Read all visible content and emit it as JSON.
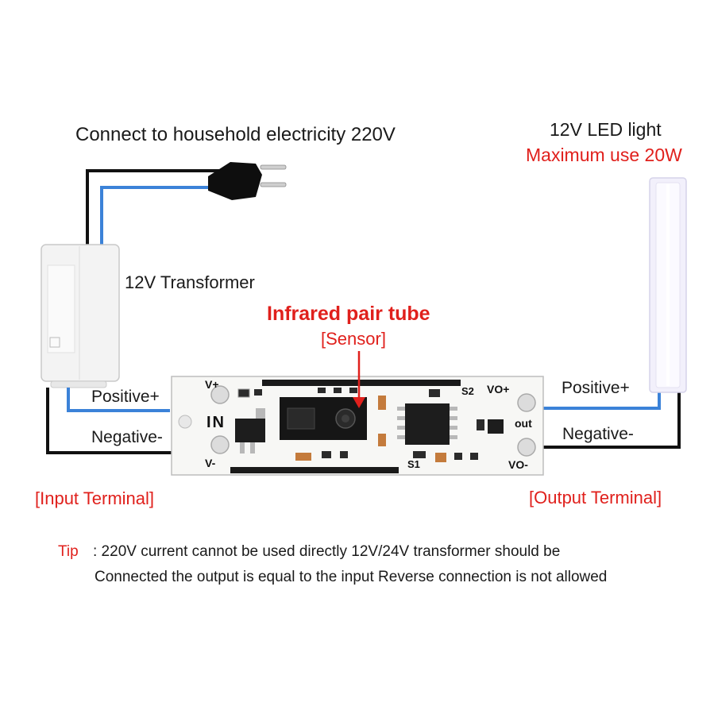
{
  "labels": {
    "connect": "Connect to household electricity 220V",
    "led_light": "12V LED light",
    "max_use": "Maximum use 20W",
    "transformer": "12V Transformer",
    "infrared": "Infrared pair tube",
    "sensor": "[Sensor]",
    "positive_in": "Positive+",
    "negative_in": "Negative-",
    "positive_out": "Positive+",
    "negative_out": "Negative-",
    "input_terminal": "[Input Terminal]",
    "output_terminal": "[Output Terminal]"
  },
  "tip": {
    "prefix": "Tip",
    "line1": ": 220V current cannot be used directly 12V/24V transformer should be",
    "line2": "Connected the output is equal to the input Reverse connection is not allowed"
  },
  "board": {
    "v_plus": "V+",
    "v_minus": "V-",
    "in": "IN",
    "vo_plus": "VO+",
    "vo_minus": "VO-",
    "out": "out",
    "s1": "S1",
    "s2": "S2"
  },
  "colors": {
    "blue_wire": "#3b82d8",
    "black_wire": "#111111",
    "accent_red": "#e0201c"
  }
}
